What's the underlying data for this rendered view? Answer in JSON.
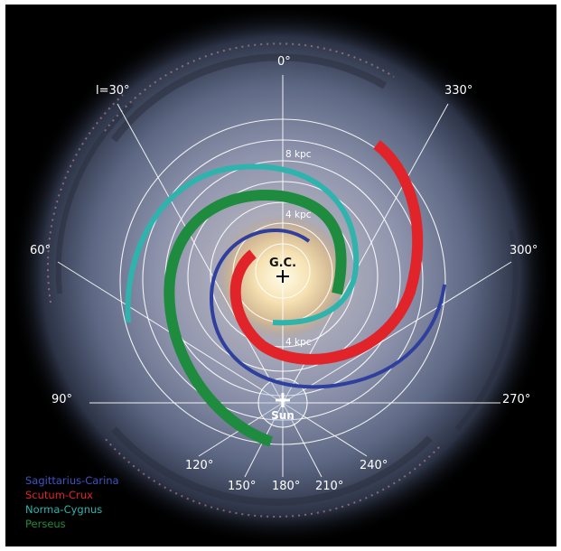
{
  "center_label": "G.C.",
  "sun_label": "Sun",
  "ring_labels": [
    "8 kpc",
    "4 kpc",
    "4 kpc"
  ],
  "longitudes": [
    {
      "label": "0°",
      "deg": 0
    },
    {
      "label": "l=30°",
      "deg": 30
    },
    {
      "label": "60°",
      "deg": 60
    },
    {
      "label": "90°",
      "deg": 90
    },
    {
      "label": "120°",
      "deg": 120
    },
    {
      "label": "150°",
      "deg": 150
    },
    {
      "label": "180°",
      "deg": 180
    },
    {
      "label": "210°",
      "deg": 210
    },
    {
      "label": "240°",
      "deg": 240
    },
    {
      "label": "270°",
      "deg": 270
    },
    {
      "label": "300°",
      "deg": 300
    },
    {
      "label": "330°",
      "deg": 330
    }
  ],
  "arms": [
    {
      "name": "Sagittarius-Carina",
      "color": "#2e3f9e"
    },
    {
      "name": "Scutum-Crux",
      "color": "#e0242a"
    },
    {
      "name": "Norma-Cygnus",
      "color": "#2fb3ad"
    },
    {
      "name": "Perseus",
      "color": "#1e8b3e"
    }
  ]
}
